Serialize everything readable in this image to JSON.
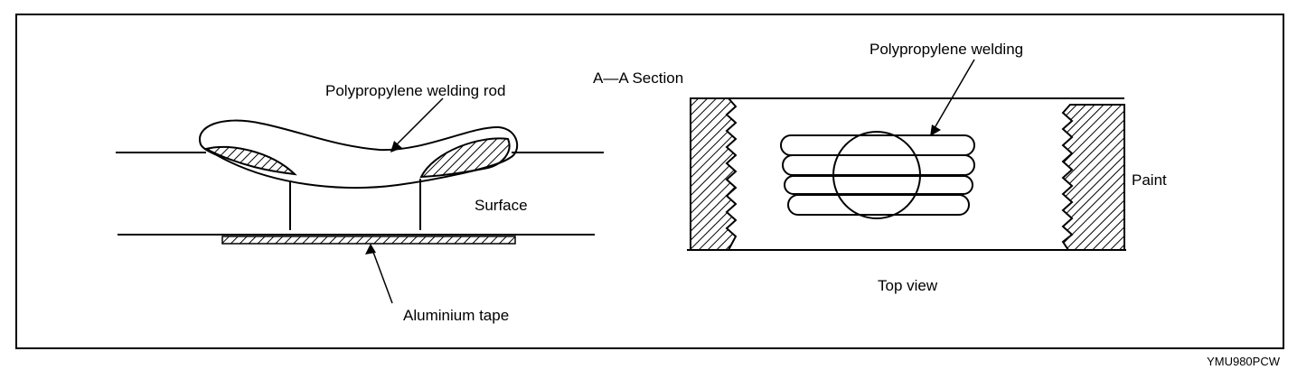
{
  "labels": {
    "welding_rod": "Polypropylene welding rod",
    "surface": "Surface",
    "aluminium_tape": "Aluminium tape",
    "section": "A—A Section",
    "welding": "Polypropylene welding",
    "paint": "Paint",
    "top_view": "Top view"
  },
  "figure_code": "YMU980PCW"
}
